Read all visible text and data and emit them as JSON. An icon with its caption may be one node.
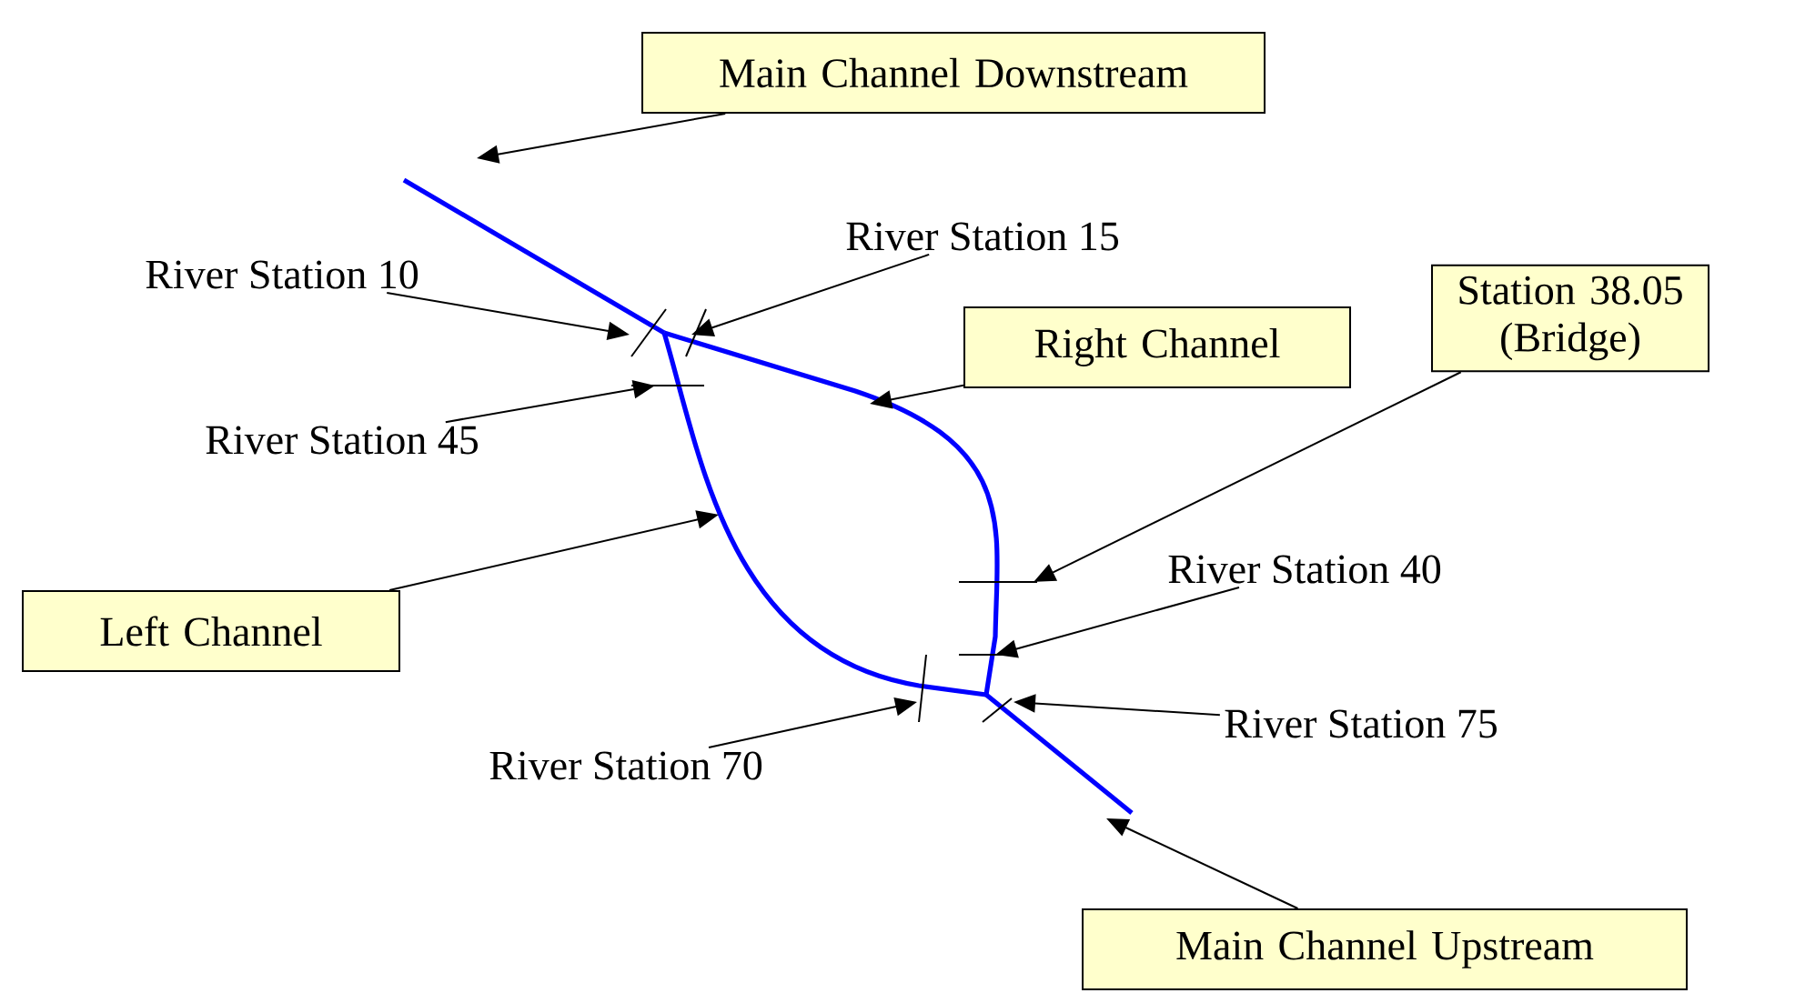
{
  "diagram": {
    "nodes": [
      {
        "text": [
          "Main Channel Downstream"
        ]
      },
      {
        "text": [
          "Station 38.05 (Bridge)"
        ]
      },
      {
        "text": [
          "Right Channel"
        ]
      },
      {
        "text": [
          "Left Channel"
        ]
      },
      {
        "text": [
          "Main Channel Upstream"
        ]
      },
      {
        "text": [
          "River Station 10"
        ]
      },
      {
        "text": [
          "River Station 15"
        ]
      },
      {
        "text": [
          "River Station 45"
        ]
      },
      {
        "text": [
          "River Station 40"
        ]
      },
      {
        "text": [
          "River Station 75"
        ]
      },
      {
        "text": [
          "River Station 70"
        ]
      }
    ],
    "edges": [
      {
        "from": 0,
        "to": null,
        "arrow": "to"
      },
      {
        "from": 1,
        "to": null,
        "arrow": "to"
      },
      {
        "from": 2,
        "to": null,
        "arrow": "to"
      },
      {
        "from": 3,
        "to": null,
        "arrow": "to"
      },
      {
        "from": 4,
        "to": null,
        "arrow": "to"
      },
      {
        "from": 5,
        "to": null,
        "arrow": "to"
      },
      {
        "from": 6,
        "to": null,
        "arrow": "to"
      },
      {
        "from": 7,
        "to": null,
        "arrow": "to"
      },
      {
        "from": 8,
        "to": null,
        "arrow": "to"
      },
      {
        "from": 9,
        "to": null,
        "arrow": "to"
      },
      {
        "from": 10,
        "to": null,
        "arrow": "to"
      }
    ]
  }
}
